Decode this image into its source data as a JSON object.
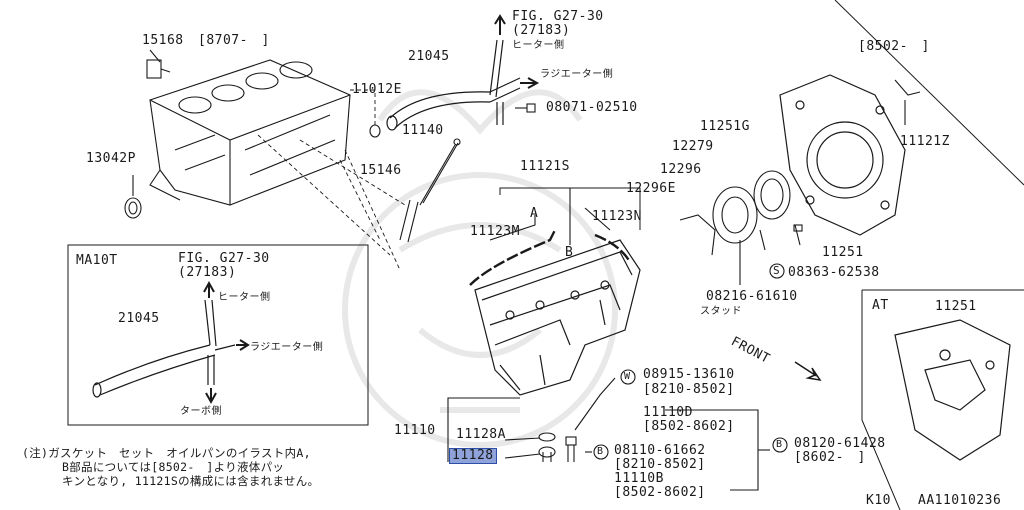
{
  "labels": {
    "p15168": "15168",
    "p15168_range": "[8707-　]",
    "fig_top": "FIG. G27-30",
    "fig_top_code": "(27183)",
    "heater_top": "ヒーター側",
    "radiator_top": "ラジエーター側",
    "p21045": "21045",
    "p11012E": "11012E",
    "p08071": "08071-02510",
    "p11140": "11140",
    "p15146": "15146",
    "p13042P": "13042P",
    "p11121S": "11121S",
    "letterA": "A",
    "letterB": "B",
    "p11123M": "11123M",
    "p11123N": "11123N",
    "p11251G": "11251G",
    "p12279": "12279",
    "p12296": "12296",
    "p12296E": "12296E",
    "p11251": "11251",
    "p08363": "08363-62538",
    "p08216": "08216-61610",
    "stud": "スタッド",
    "front": "FRONT",
    "range8502_top": "[8502-　]",
    "p11121Z": "11121Z",
    "ma10t": "MA10T",
    "fig_box": "FIG. G27-30",
    "fig_box_code": "(27183)",
    "heater_box": "ヒーター側",
    "p21045_box": "21045",
    "radiator_box": "ラジエーター側",
    "turbo_box": "ターボ側",
    "at": "AT",
    "p11251_at": "11251",
    "p08915": "08915-13610",
    "p08915_range": "[8210-8502]",
    "p11110D": "11110D",
    "p11110D_range": "[8502-8602]",
    "p11110": "11110",
    "p11128A": "11128A",
    "p11128": "11128",
    "p08110": "08110-61662",
    "p08110_range": "[8210-8502]",
    "p11110B": "11110B",
    "p11110B_range": "[8502-8602]",
    "p08120": "08120-61428",
    "p08120_range": "[8602-　]",
    "circleW": "W",
    "circleS": "S",
    "circleB1": "B",
    "circleB2": "B",
    "note_line1": "(注)ガスケット　セット　オイルパンのイラスト内A,",
    "note_line2": "B部品については[8502-　]より液体パッ",
    "note_line3": "キンとなり, 11121Sの構成には含まれません。",
    "page_k": "K10",
    "page_code": "AA11010236"
  },
  "colors": {
    "line": "#1a1a1a",
    "highlight": "#8fa3da",
    "watermark": "#e6e6e6"
  }
}
